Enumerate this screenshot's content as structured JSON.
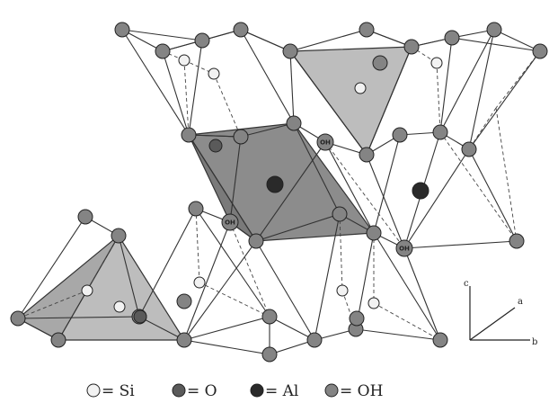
{
  "colors": {
    "si": "#f2f2f2",
    "o": "#5a5a5a",
    "al": "#2a2a2a",
    "oh": "#848484",
    "octahedron_fill": "#8c8c8c",
    "tetrahedron_fill": "#bdbdbd",
    "bond": "#333333"
  },
  "atom_labels": {
    "oh": "OH"
  },
  "axes": {
    "c": "c",
    "a": "a",
    "b": "b"
  },
  "legend": {
    "si": "= Si",
    "o": "= O",
    "al": "= Al",
    "oh": "= OH"
  }
}
